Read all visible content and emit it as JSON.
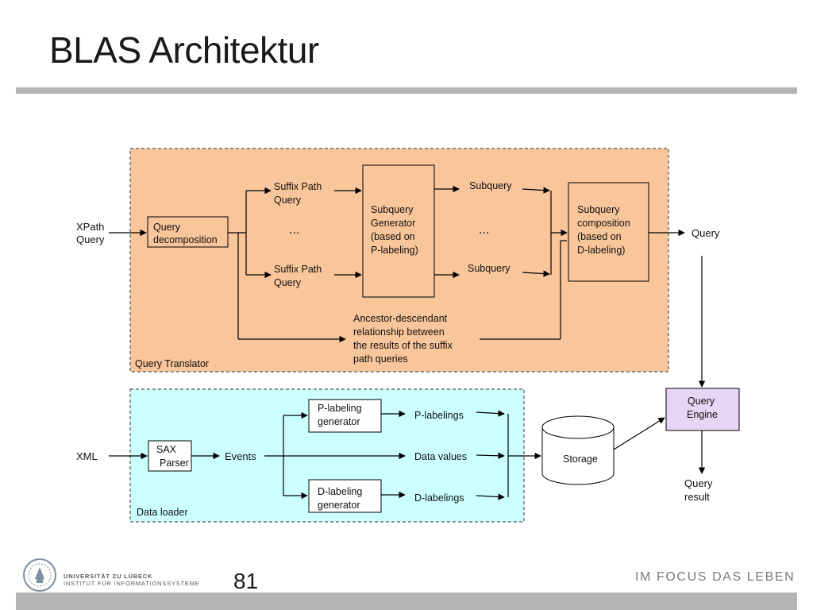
{
  "title": "BLAS Architektur",
  "page_number": "81",
  "footer": {
    "university_line1": "UNIVERSITÄT ZU LÜBECK",
    "university_line2": "INSTITUT FÜR INFORMATIONSSYSTEME",
    "slogan": "IM FOCUS DAS LEBEN"
  },
  "diagram": {
    "query_translator": {
      "group_label": "Query Translator",
      "input_label": [
        "XPath",
        "Query"
      ],
      "decomposition": [
        "Query",
        "decomposition"
      ],
      "suffix_top": [
        "Suffix Path",
        "Query"
      ],
      "suffix_bottom": [
        "Suffix Path",
        "Query"
      ],
      "ellipsis": "...",
      "generator": [
        "Subquery",
        "Generator",
        "(based on",
        "P-labeling)"
      ],
      "subquery_top": "Subquery",
      "subquery_bottom": "Subquery",
      "composition": [
        "Subquery",
        "composition",
        "(based on",
        "D-labeling)"
      ],
      "output_label": "Query",
      "ancestor_note": [
        "Ancestor-descendant",
        "relationship between",
        "the results of the suffix",
        "path queries"
      ]
    },
    "data_loader": {
      "group_label": "Data loader",
      "input_label": "XML",
      "sax_parser": [
        "SAX",
        "Parser"
      ],
      "events": "Events",
      "p_generator": [
        "P-labeling",
        "generator"
      ],
      "d_generator": [
        "D-labeling",
        "generator"
      ],
      "p_labelings": "P-labelings",
      "data_values": "Data values",
      "d_labelings": "D-labelings"
    },
    "storage": "Storage",
    "query_engine": [
      "Query",
      "Engine"
    ],
    "query_result": [
      "Query",
      "result"
    ]
  },
  "colors": {
    "translator_fill": "#F9C59A",
    "loader_fill": "#CCFFFF",
    "engine_fill": "#E6D5F5",
    "rule_gray": "#B5B5B5"
  }
}
